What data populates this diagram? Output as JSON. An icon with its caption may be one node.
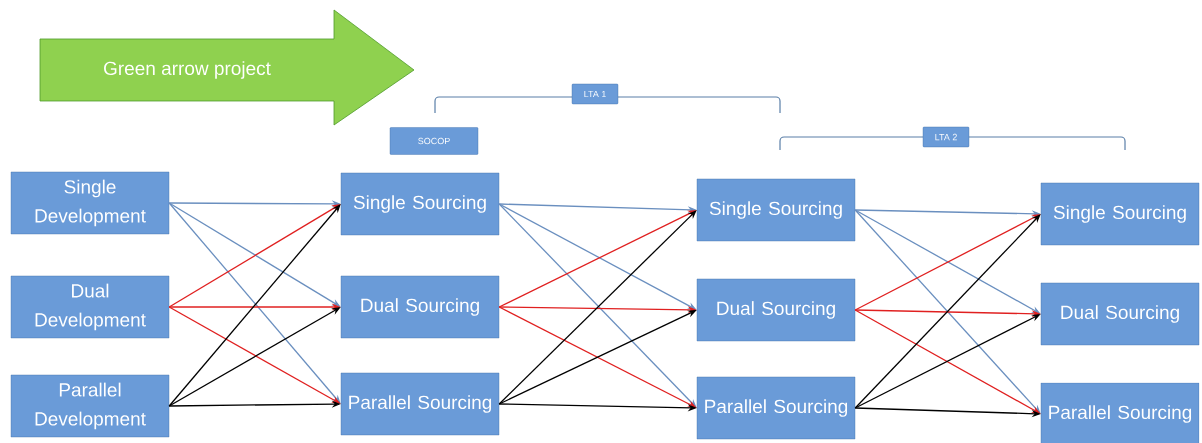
{
  "diagram": {
    "nodes": [
      {
        "text": [
          "Green arrow project"
        ]
      },
      {
        "text": [
          "LTA 1"
        ]
      },
      {
        "text": [
          "SOCOP"
        ]
      },
      {
        "text": [
          "LTA 2"
        ]
      },
      {
        "text": [
          "Single Development"
        ]
      },
      {
        "text": [
          "Dual Development"
        ]
      },
      {
        "text": [
          "Parallel Development"
        ]
      },
      {
        "text": [
          "Single Sourcing"
        ]
      },
      {
        "text": [
          "Dual Sourcing"
        ]
      },
      {
        "text": [
          "Parallel Sourcing"
        ]
      },
      {
        "text": [
          "Single Sourcing"
        ]
      },
      {
        "text": [
          "Dual Sourcing"
        ]
      },
      {
        "text": [
          "Parallel Sourcing"
        ]
      },
      {
        "text": [
          "Single Sourcing"
        ]
      },
      {
        "text": [
          "Dual Sourcing"
        ]
      },
      {
        "text": [
          "Parallel Sourcing"
        ]
      }
    ],
    "edges": [
      {
        "from": 4,
        "to": 7,
        "arrow": "to"
      },
      {
        "from": 4,
        "to": 8,
        "arrow": "to"
      },
      {
        "from": 4,
        "to": 9,
        "arrow": "to"
      },
      {
        "from": 5,
        "to": 7,
        "arrow": "to",
        "color": "#e02020"
      },
      {
        "from": 5,
        "to": 8,
        "arrow": "to",
        "color": "#e02020"
      },
      {
        "from": 5,
        "to": 9,
        "arrow": "to",
        "color": "#e02020"
      },
      {
        "from": 6,
        "to": 7,
        "arrow": "to",
        "color": "#000000"
      },
      {
        "from": 6,
        "to": 8,
        "arrow": "to",
        "color": "#000000"
      },
      {
        "from": 6,
        "to": 9,
        "arrow": "to",
        "color": "#000000"
      },
      {
        "from": 7,
        "to": 10,
        "arrow": "to"
      },
      {
        "from": 7,
        "to": 11,
        "arrow": "to"
      },
      {
        "from": 7,
        "to": 12,
        "arrow": "to"
      },
      {
        "from": 8,
        "to": 10,
        "arrow": "to",
        "color": "#e02020"
      },
      {
        "from": 8,
        "to": 11,
        "arrow": "to",
        "color": "#e02020"
      },
      {
        "from": 8,
        "to": 12,
        "arrow": "to",
        "color": "#e02020"
      },
      {
        "from": 9,
        "to": 10,
        "arrow": "to",
        "color": "#000000"
      },
      {
        "from": 9,
        "to": 11,
        "arrow": "to",
        "color": "#000000"
      },
      {
        "from": 9,
        "to": 12,
        "arrow": "to",
        "color": "#000000"
      },
      {
        "from": 10,
        "to": 13,
        "arrow": "to"
      },
      {
        "from": 10,
        "to": 14,
        "arrow": "to"
      },
      {
        "from": 10,
        "to": 15,
        "arrow": "to"
      },
      {
        "from": 11,
        "to": 13,
        "arrow": "to",
        "color": "#e02020"
      },
      {
        "from": 11,
        "to": 14,
        "arrow": "to",
        "color": "#e02020"
      },
      {
        "from": 11,
        "to": 15,
        "arrow": "to",
        "color": "#e02020"
      },
      {
        "from": 12,
        "to": 13,
        "arrow": "to",
        "color": "#000000"
      },
      {
        "from": 12,
        "to": 14,
        "arrow": "to",
        "color": "#000000"
      },
      {
        "from": 12,
        "to": 15,
        "arrow": "to",
        "color": "#000000"
      }
    ]
  }
}
